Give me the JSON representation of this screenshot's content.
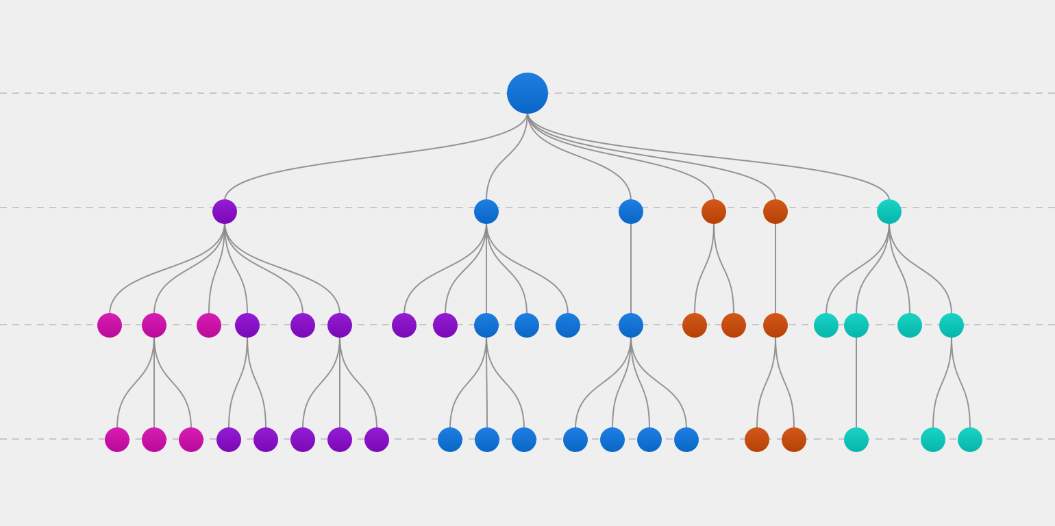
{
  "diagram": {
    "type": "hierarchy-tree",
    "colors": {
      "background": "#efefef",
      "lane": "#c7c7c7",
      "edge": "#8a8a8a",
      "blue": "#0a74e0",
      "purple": "#8b09cf",
      "magenta": "#d30aae",
      "orange": "#cf4a06",
      "teal": "#06cfc0"
    },
    "lanes": 4,
    "nodes": [
      {
        "id": "root",
        "color": "blue"
      },
      {
        "id": "p",
        "parent": "root",
        "color": "purple"
      },
      {
        "id": "b1",
        "parent": "root",
        "color": "blue"
      },
      {
        "id": "b2",
        "parent": "root",
        "color": "blue"
      },
      {
        "id": "o1",
        "parent": "root",
        "color": "orange"
      },
      {
        "id": "o2",
        "parent": "root",
        "color": "orange"
      },
      {
        "id": "t",
        "parent": "root",
        "color": "teal"
      },
      {
        "id": "p_m1",
        "parent": "p",
        "color": "magenta"
      },
      {
        "id": "p_m2",
        "parent": "p",
        "color": "magenta"
      },
      {
        "id": "p_m3",
        "parent": "p",
        "color": "magenta"
      },
      {
        "id": "p_p1",
        "parent": "p",
        "color": "purple"
      },
      {
        "id": "p_p2",
        "parent": "p",
        "color": "purple"
      },
      {
        "id": "p_p3",
        "parent": "p",
        "color": "purple"
      },
      {
        "id": "b1_c1",
        "parent": "b1",
        "color": "purple"
      },
      {
        "id": "b1_c2",
        "parent": "b1",
        "color": "purple"
      },
      {
        "id": "b1_c3",
        "parent": "b1",
        "color": "blue"
      },
      {
        "id": "b1_c4",
        "parent": "b1",
        "color": "blue"
      },
      {
        "id": "b1_c5",
        "parent": "b1",
        "color": "blue"
      },
      {
        "id": "b2_c1",
        "parent": "b2",
        "color": "blue"
      },
      {
        "id": "o1_c1",
        "parent": "o1",
        "color": "orange"
      },
      {
        "id": "o1_c2",
        "parent": "o1",
        "color": "orange"
      },
      {
        "id": "o2_c1",
        "parent": "o2",
        "color": "orange"
      },
      {
        "id": "t_c1",
        "parent": "t",
        "color": "teal"
      },
      {
        "id": "t_c2",
        "parent": "t",
        "color": "teal"
      },
      {
        "id": "t_c3",
        "parent": "t",
        "color": "teal"
      },
      {
        "id": "t_c4",
        "parent": "t",
        "color": "teal"
      },
      {
        "id": "p_m2_a",
        "parent": "p_m2",
        "color": "magenta"
      },
      {
        "id": "p_m2_b",
        "parent": "p_m2",
        "color": "magenta"
      },
      {
        "id": "p_m2_c",
        "parent": "p_m2",
        "color": "magenta"
      },
      {
        "id": "p_p1_a",
        "parent": "p_p1",
        "color": "purple"
      },
      {
        "id": "p_p1_b",
        "parent": "p_p1",
        "color": "purple"
      },
      {
        "id": "p_p3_a",
        "parent": "p_p3",
        "color": "purple"
      },
      {
        "id": "p_p3_b",
        "parent": "p_p3",
        "color": "purple"
      },
      {
        "id": "p_p3_c",
        "parent": "p_p3",
        "color": "purple"
      },
      {
        "id": "b1_c3_a",
        "parent": "b1_c3",
        "color": "blue"
      },
      {
        "id": "b1_c3_b",
        "parent": "b1_c3",
        "color": "blue"
      },
      {
        "id": "b1_c3_c",
        "parent": "b1_c3",
        "color": "blue"
      },
      {
        "id": "b2_c1_a",
        "parent": "b2_c1",
        "color": "blue"
      },
      {
        "id": "b2_c1_b",
        "parent": "b2_c1",
        "color": "blue"
      },
      {
        "id": "b2_c1_c",
        "parent": "b2_c1",
        "color": "blue"
      },
      {
        "id": "b2_c1_d",
        "parent": "b2_c1",
        "color": "blue"
      },
      {
        "id": "o2_c1_a",
        "parent": "o2_c1",
        "color": "orange"
      },
      {
        "id": "o2_c1_b",
        "parent": "o2_c1",
        "color": "orange"
      },
      {
        "id": "t_c2_a",
        "parent": "t_c2",
        "color": "teal"
      },
      {
        "id": "t_c4_a",
        "parent": "t_c4",
        "color": "teal"
      },
      {
        "id": "t_c4_b",
        "parent": "t_c4",
        "color": "teal"
      }
    ]
  }
}
